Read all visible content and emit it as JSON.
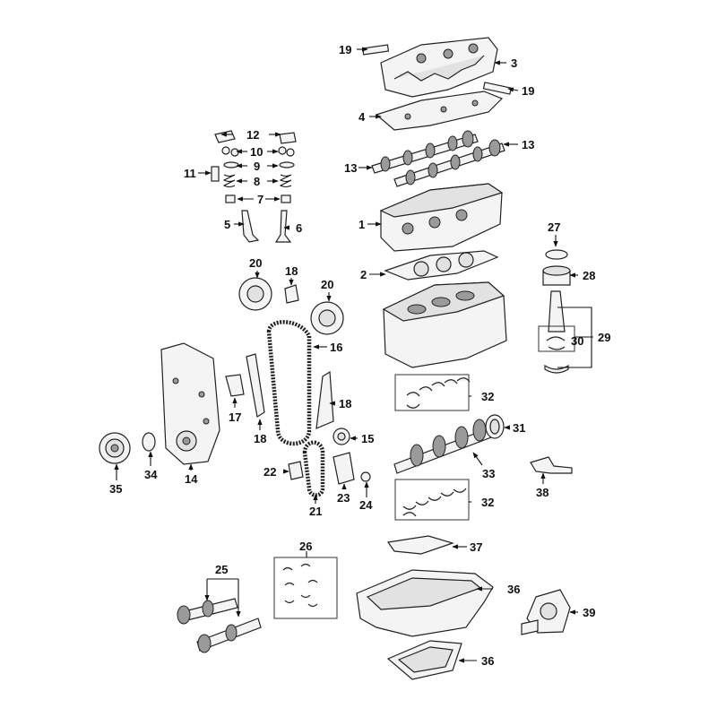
{
  "diagram": {
    "callouts": {
      "c1": "1",
      "c2": "2",
      "c3": "3",
      "c4": "4",
      "c5": "5",
      "c6": "6",
      "c7": "7",
      "c8": "8",
      "c9": "9",
      "c10": "10",
      "c11": "11",
      "c12": "12",
      "c13a": "13",
      "c13b": "13",
      "c14": "14",
      "c15": "15",
      "c16": "16",
      "c17": "17",
      "c18a": "18",
      "c18b": "18",
      "c18c": "18",
      "c19a": "19",
      "c19b": "19",
      "c20a": "20",
      "c20b": "20",
      "c21": "21",
      "c22": "22",
      "c23": "23",
      "c24": "24",
      "c25": "25",
      "c26": "26",
      "c27": "27",
      "c28": "28",
      "c29": "29",
      "c30": "30",
      "c31": "31",
      "c32a": "32",
      "c32b": "32",
      "c33": "33",
      "c34": "34",
      "c35": "35",
      "c36a": "36",
      "c36b": "36",
      "c37": "37",
      "c38": "38",
      "c39": "39"
    }
  }
}
